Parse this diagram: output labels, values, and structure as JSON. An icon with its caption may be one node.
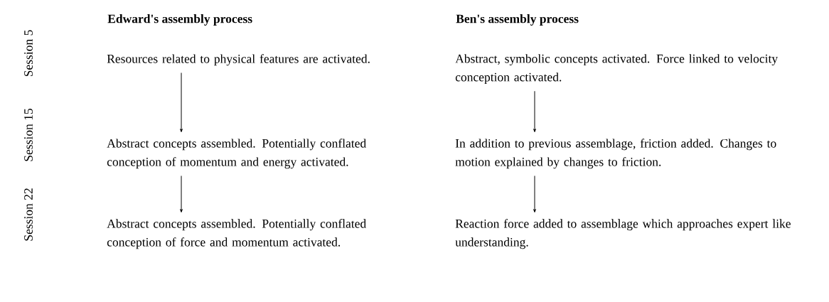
{
  "diagram": {
    "nodes": [
      {
        "text": [
          "Resources related to physical features are activated."
        ]
      },
      {
        "text": [
          "Abstract concepts assembled. Potentially conflated conception of momentum and energy activated."
        ]
      },
      {
        "text": [
          "Abstract concepts assembled. Potentially conflated conception of force and momentum activated."
        ]
      },
      {
        "text": [
          "Abstract, symbolic concepts activated. Force linked to velocity conception activated."
        ]
      },
      {
        "text": [
          "In addition to previous assemblage, friction added. Changes to motion explained by changes to friction."
        ]
      },
      {
        "text": [
          "Reaction force added to assemblage which approaches expert like understanding."
        ]
      }
    ],
    "edges": [
      {
        "from": 0,
        "to": 1,
        "arrow": "to"
      },
      {
        "from": 1,
        "to": 2,
        "arrow": "to"
      },
      {
        "from": 3,
        "to": 4,
        "arrow": "to"
      },
      {
        "from": 4,
        "to": 5,
        "arrow": "to"
      }
    ],
    "labels": [
      "Edward's assembly process",
      "Ben's assembly process",
      "Session 5",
      "Session 15",
      "Session 22"
    ]
  }
}
